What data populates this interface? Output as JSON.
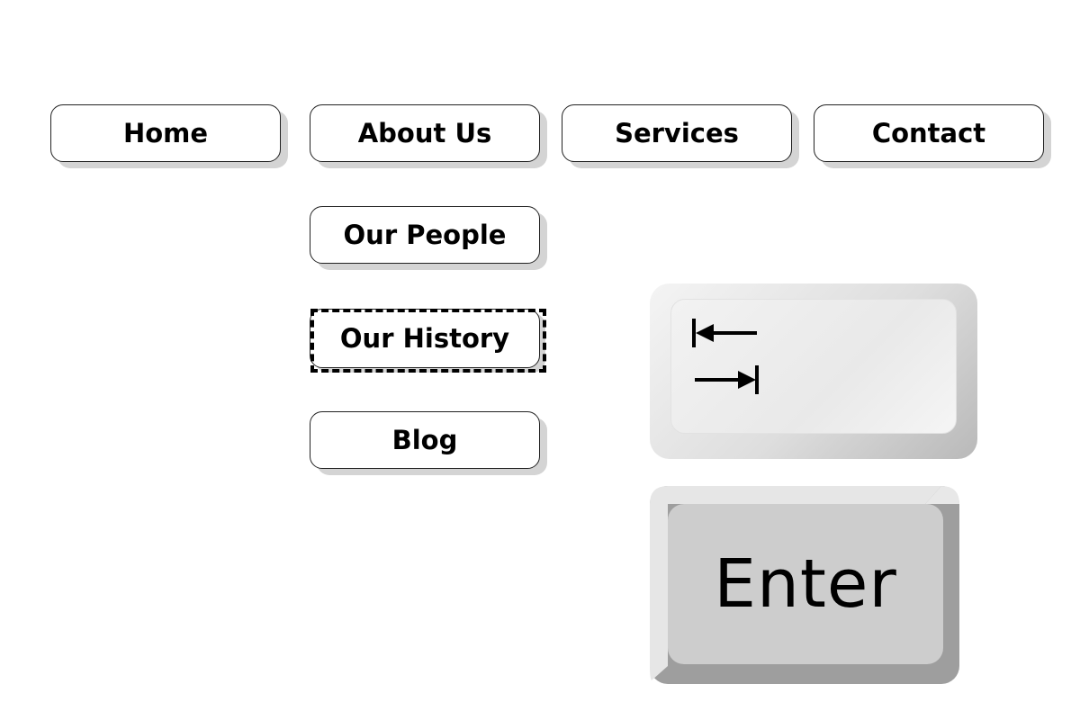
{
  "nav": {
    "home": "Home",
    "about": "About Us",
    "services": "Services",
    "contact": "Contact"
  },
  "about_submenu": {
    "people": "Our People",
    "history": "Our History",
    "blog": "Blog"
  },
  "keys": {
    "tab_icon": "tab-arrows-icon",
    "enter": "Enter"
  },
  "focused_item": "Our History"
}
